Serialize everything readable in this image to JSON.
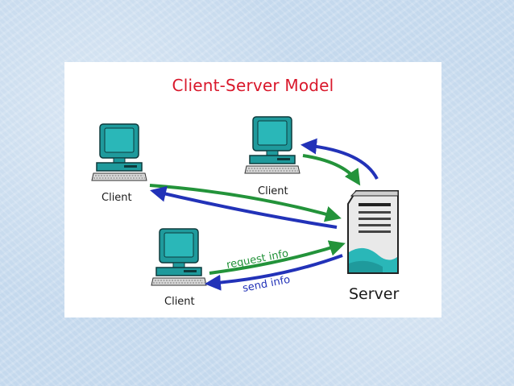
{
  "diagram": {
    "title": "Client-Server Model",
    "client_label": "Client",
    "server_label": "Server",
    "request_label": "request info",
    "send_label": "send info",
    "colors": {
      "title": "#d9182b",
      "request_arrow": "#23933a",
      "send_arrow": "#2232b8",
      "computer": "#1f9a9c",
      "background": "#c9dcef"
    }
  }
}
